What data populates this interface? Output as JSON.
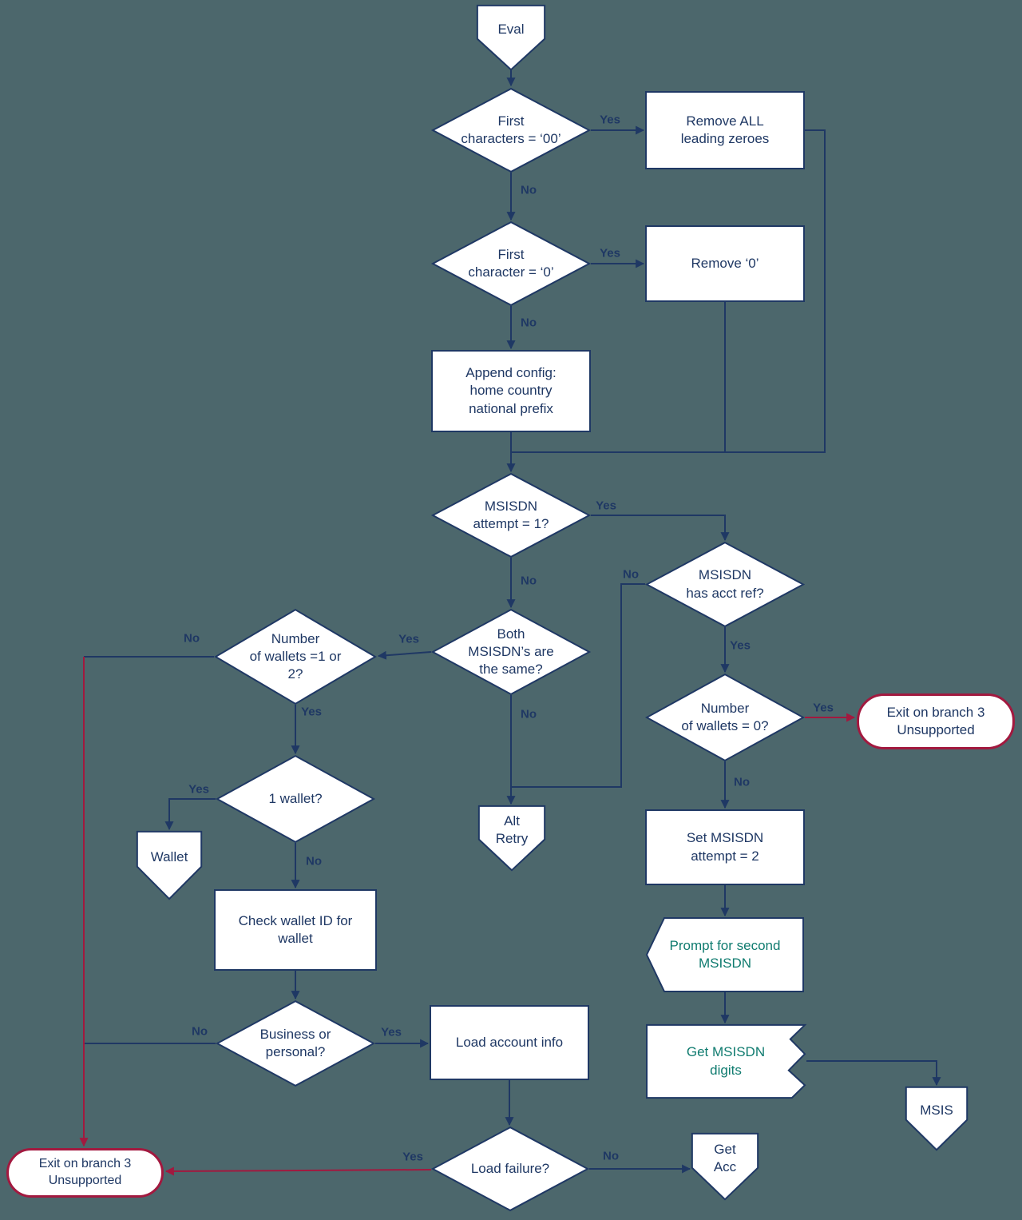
{
  "diagram": {
    "type": "flowchart",
    "colors": {
      "background": "#4c676c",
      "connector": "#1f3864",
      "exit_connector": "#a2193f",
      "shape_fill": "#ffffff",
      "text": "#1f3864",
      "accent_text": "#0f7b6f",
      "terminator_border": "#a2193f"
    }
  },
  "labels": {
    "yes": "Yes",
    "no": "No"
  },
  "nodes": {
    "eval": "Eval",
    "first_chars_00": "First\ncharacters = ‘00’",
    "remove_all_zeroes": "Remove ALL\nleading zeroes",
    "first_char_0": "First\ncharacter = ‘0’",
    "remove_0": "Remove ‘0’",
    "append_config": "Append config:\nhome country\nnational prefix",
    "msisdn_attempt_1": "MSISDN\nattempt = 1?",
    "msisdn_has_acct_ref": "MSISDN\nhas acct ref?",
    "both_same": "Both\nMSISDN’s are\nthe same?",
    "wallets_1_or_2": "Number\nof wallets =1 or\n2?",
    "wallets_0": "Number\nof wallets = 0?",
    "exit_branch3_right": "Exit on branch 3\nUnsupported",
    "set_attempt_2": "Set MSISDN\nattempt = 2",
    "prompt_second_msisdn": "Prompt for second\nMSISDN",
    "get_msisdn_digits": "Get MSISDN\ndigits",
    "msis": "MSIS",
    "alt_retry": "Alt\nRetry",
    "one_wallet": "1 wallet?",
    "wallet": "Wallet",
    "check_wallet_id": "Check wallet ID for\nwallet",
    "business_or_personal": "Business or\npersonal?",
    "load_account_info": "Load account info",
    "load_failure": "Load failure?",
    "get_acc": "Get\nAcc",
    "exit_branch3_bottom": "Exit on branch 3\nUnsupported"
  },
  "edges": [
    {
      "from": "eval",
      "to": "first_chars_00",
      "label": ""
    },
    {
      "from": "first_chars_00",
      "to": "remove_all_zeroes",
      "label": "Yes"
    },
    {
      "from": "first_chars_00",
      "to": "first_char_0",
      "label": "No"
    },
    {
      "from": "first_char_0",
      "to": "remove_0",
      "label": "Yes"
    },
    {
      "from": "first_char_0",
      "to": "append_config",
      "label": "No"
    },
    {
      "from": "remove_all_zeroes",
      "to": "msisdn_attempt_1",
      "label": ""
    },
    {
      "from": "remove_0",
      "to": "msisdn_attempt_1",
      "label": ""
    },
    {
      "from": "append_config",
      "to": "msisdn_attempt_1",
      "label": ""
    },
    {
      "from": "msisdn_attempt_1",
      "to": "msisdn_has_acct_ref",
      "label": "Yes"
    },
    {
      "from": "msisdn_attempt_1",
      "to": "both_same",
      "label": "No"
    },
    {
      "from": "both_same",
      "to": "wallets_1_or_2",
      "label": "Yes"
    },
    {
      "from": "both_same",
      "to": "alt_retry",
      "label": "No"
    },
    {
      "from": "msisdn_has_acct_ref",
      "to": "alt_retry",
      "label": "No"
    },
    {
      "from": "msisdn_has_acct_ref",
      "to": "wallets_0",
      "label": "Yes"
    },
    {
      "from": "wallets_0",
      "to": "exit_branch3_right",
      "label": "Yes"
    },
    {
      "from": "wallets_0",
      "to": "set_attempt_2",
      "label": "No"
    },
    {
      "from": "set_attempt_2",
      "to": "prompt_second_msisdn",
      "label": ""
    },
    {
      "from": "prompt_second_msisdn",
      "to": "get_msisdn_digits",
      "label": ""
    },
    {
      "from": "get_msisdn_digits",
      "to": "msis",
      "label": ""
    },
    {
      "from": "wallets_1_or_2",
      "to": "exit_branch3_bottom",
      "label": "No"
    },
    {
      "from": "wallets_1_or_2",
      "to": "one_wallet",
      "label": "Yes"
    },
    {
      "from": "one_wallet",
      "to": "wallet",
      "label": "Yes"
    },
    {
      "from": "one_wallet",
      "to": "check_wallet_id",
      "label": "No"
    },
    {
      "from": "check_wallet_id",
      "to": "business_or_personal",
      "label": ""
    },
    {
      "from": "business_or_personal",
      "to": "exit_branch3_bottom",
      "label": "No"
    },
    {
      "from": "business_or_personal",
      "to": "load_account_info",
      "label": "Yes"
    },
    {
      "from": "load_account_info",
      "to": "load_failure",
      "label": ""
    },
    {
      "from": "load_failure",
      "to": "get_acc",
      "label": "No"
    },
    {
      "from": "load_failure",
      "to": "exit_branch3_bottom",
      "label": "Yes"
    }
  ]
}
